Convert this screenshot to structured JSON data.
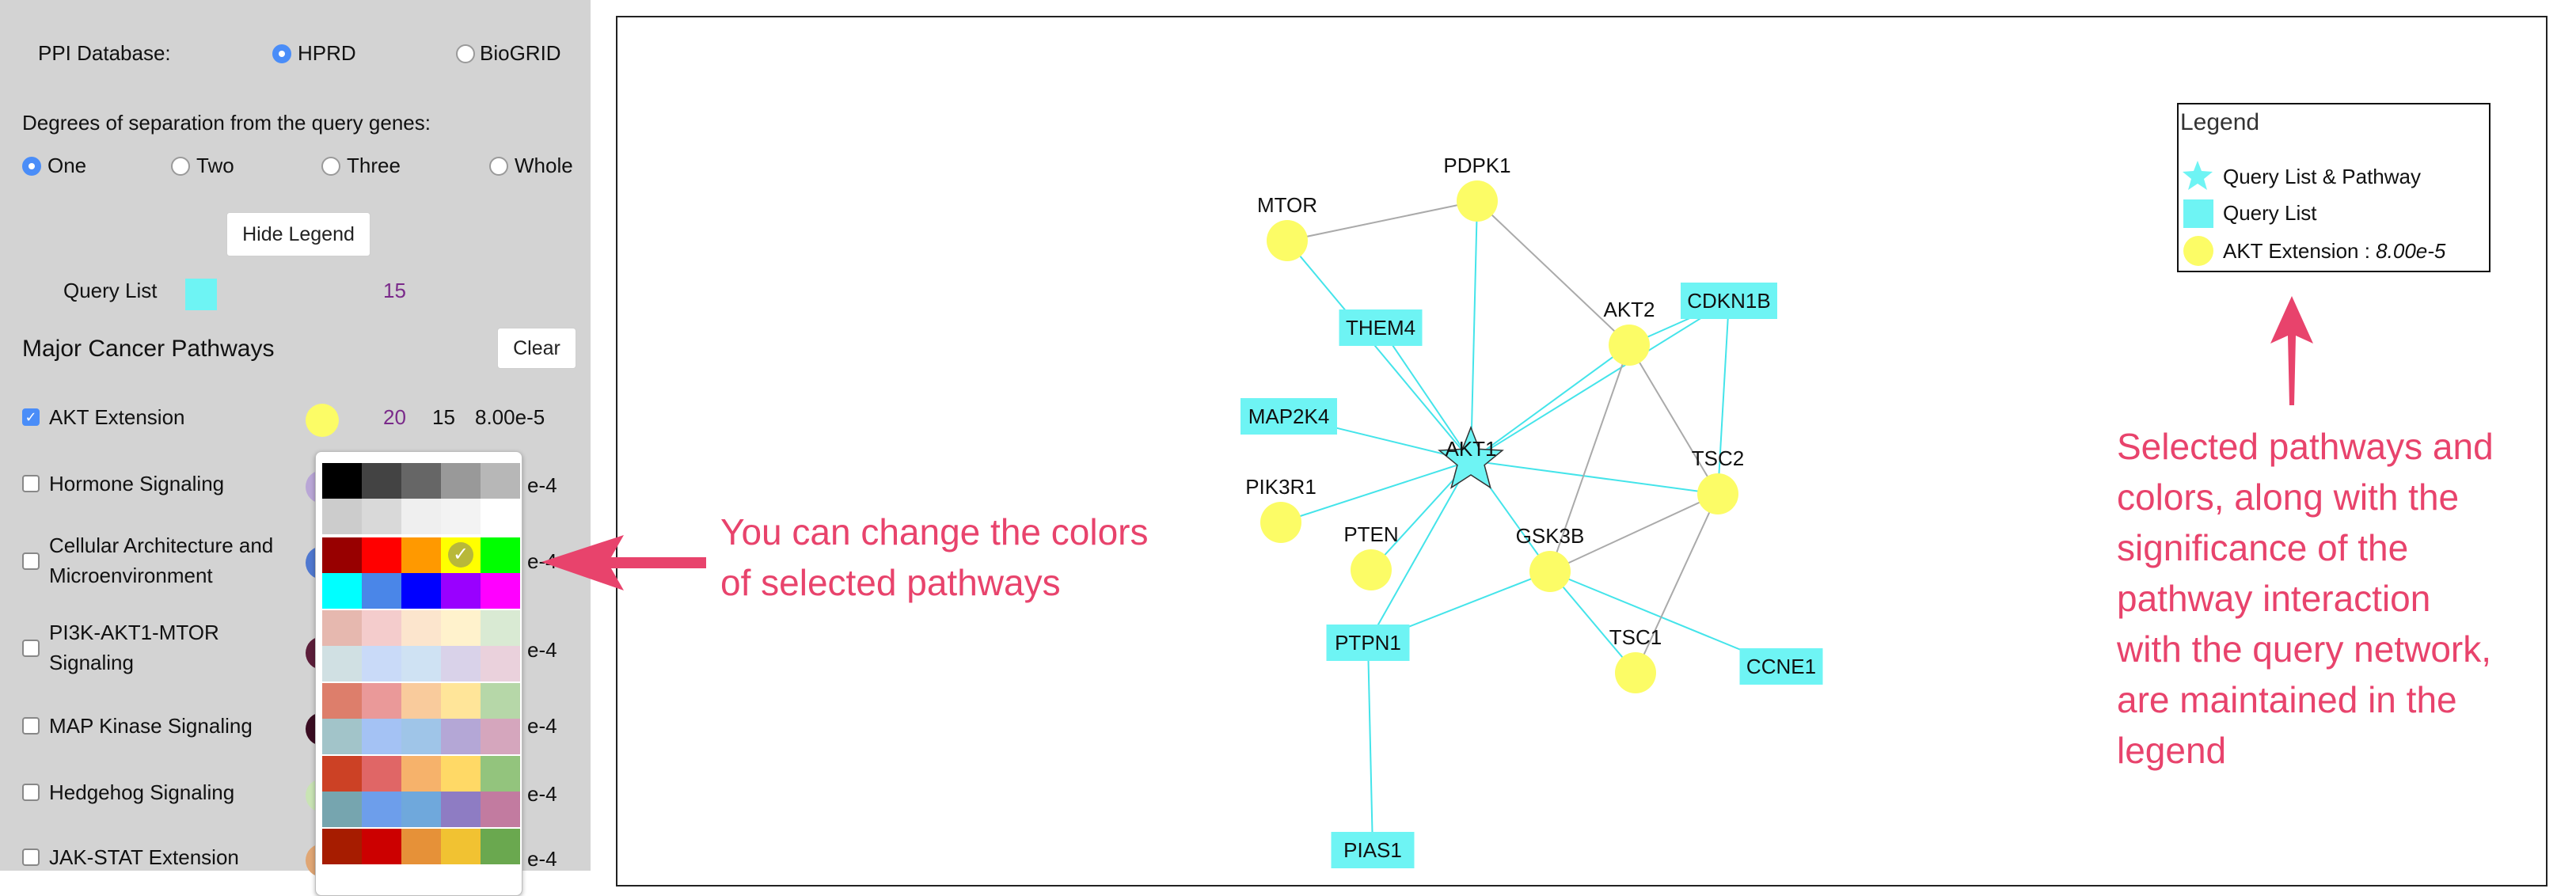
{
  "settings": {
    "ppi_label": "PPI Database:",
    "ppi_options": [
      "HPRD",
      "BioGRID"
    ],
    "ppi_selected": "HPRD",
    "degrees_label": "Degrees of separation from the query genes:",
    "degree_options": [
      "One",
      "Two",
      "Three",
      "Whole"
    ],
    "degree_selected": "One",
    "hide_legend_label": "Hide Legend",
    "query_list_label": "Query List",
    "query_list_count": "15",
    "query_list_color": "#6ef4f4"
  },
  "pathways": {
    "title": "Major Cancer Pathways",
    "clear_label": "Clear",
    "items": [
      {
        "label_lines": [
          "AKT Extension"
        ],
        "checked": true,
        "color": "#fcfc66",
        "count": "20",
        "overlap": "15",
        "pvalue": "8.00e-5"
      },
      {
        "label_lines": [
          "Hormone Signaling"
        ],
        "checked": false,
        "color": "#b9a6d6",
        "pvalue_partial": "e-4"
      },
      {
        "label_lines": [
          "Cellular Architecture and",
          "Microenvironment"
        ],
        "checked": false,
        "color": "#4f78d0",
        "pvalue_partial": "e-4"
      },
      {
        "label_lines": [
          "PI3K-AKT1-MTOR",
          "Signaling"
        ],
        "checked": false,
        "color": "#5c1e3a",
        "pvalue_partial": "e-4"
      },
      {
        "label_lines": [
          "MAP Kinase Signaling"
        ],
        "checked": false,
        "color": "#3a0d22",
        "pvalue_partial": "e-4"
      },
      {
        "label_lines": [
          "Hedgehog Signaling"
        ],
        "checked": false,
        "color": "#c9e4b4",
        "pvalue_partial": "e-4"
      },
      {
        "label_lines": [
          "JAK-STAT Extension"
        ],
        "checked": false,
        "color": "#e0a674",
        "pvalue_partial": "e-4"
      }
    ]
  },
  "color_picker": {
    "rows": [
      [
        "#000000",
        "#434343",
        "#666666",
        "#999999",
        "#b7b7b7"
      ],
      [
        "#cccccc",
        "#d9d9d9",
        "#efefef",
        "#f3f3f3",
        "#ffffff"
      ],
      [
        "#980000",
        "#ff0000",
        "#ff9900",
        "#ffff00",
        "#00ff00"
      ],
      [
        "#00ffff",
        "#4a86e8",
        "#0000ff",
        "#9900ff",
        "#ff00ff"
      ],
      [
        "#e6b8af",
        "#f4cccc",
        "#fce5cd",
        "#fff2cc",
        "#d9ead3"
      ],
      [
        "#d0e0e3",
        "#c9daf8",
        "#cfe2f3",
        "#d9d2e9",
        "#ead1dc"
      ],
      [
        "#dd7e6b",
        "#ea9999",
        "#f9cb9c",
        "#ffe599",
        "#b6d7a8"
      ],
      [
        "#a2c4c9",
        "#a4c2f4",
        "#9fc5e8",
        "#b4a7d6",
        "#d5a6bd"
      ],
      [
        "#cc4125",
        "#e06666",
        "#f6b26b",
        "#ffd966",
        "#93c47d"
      ],
      [
        "#76a5af",
        "#6d9eeb",
        "#6fa8dc",
        "#8e7cc3",
        "#c27ba0"
      ],
      [
        "#a61c00",
        "#cc0000",
        "#e69138",
        "#f1c232",
        "#6aa84f"
      ]
    ],
    "selected": "#ffff00"
  },
  "legend": {
    "title": "Legend",
    "items": [
      {
        "label": "Query List & Pathway",
        "shape": "star",
        "color": "#6ef4f4"
      },
      {
        "label": "Query List",
        "shape": "square",
        "color": "#6ef4f4"
      },
      {
        "label": "AKT Extension : ",
        "pvalue": "8.00e-5",
        "shape": "circle",
        "color": "#fcfc66"
      }
    ]
  },
  "network": {
    "query_color": "#6ef4f4",
    "pathway_color": "#fcfc66",
    "edge_query_color": "#44e4ea",
    "edge_other_color": "#aaaaaa",
    "nodes": [
      {
        "id": "AKT1",
        "shape": "star"
      },
      {
        "id": "PDPK1",
        "shape": "circle"
      },
      {
        "id": "MTOR",
        "shape": "circle"
      },
      {
        "id": "THEM4",
        "shape": "rect"
      },
      {
        "id": "AKT2",
        "shape": "circle"
      },
      {
        "id": "CDKN1B",
        "shape": "rect"
      },
      {
        "id": "MAP2K4",
        "shape": "rect"
      },
      {
        "id": "PIK3R1",
        "shape": "circle"
      },
      {
        "id": "PTEN",
        "shape": "circle"
      },
      {
        "id": "GSK3B",
        "shape": "circle"
      },
      {
        "id": "TSC2",
        "shape": "circle"
      },
      {
        "id": "PTPN1",
        "shape": "rect"
      },
      {
        "id": "TSC1",
        "shape": "circle"
      },
      {
        "id": "CCNE1",
        "shape": "rect"
      },
      {
        "id": "PIAS1",
        "shape": "rect"
      }
    ],
    "edges": [
      [
        "MTOR",
        "PDPK1",
        "other"
      ],
      [
        "PDPK1",
        "AKT2",
        "other"
      ],
      [
        "MTOR",
        "AKT1",
        "query"
      ],
      [
        "PDPK1",
        "AKT1",
        "query"
      ],
      [
        "THEM4",
        "AKT1",
        "query"
      ],
      [
        "MAP2K4",
        "AKT1",
        "query"
      ],
      [
        "PIK3R1",
        "AKT1",
        "query"
      ],
      [
        "PTEN",
        "AKT1",
        "query"
      ],
      [
        "GSK3B",
        "AKT1",
        "query"
      ],
      [
        "TSC2",
        "AKT1",
        "query"
      ],
      [
        "AKT2",
        "AKT1",
        "query"
      ],
      [
        "CDKN1B",
        "AKT1",
        "query"
      ],
      [
        "PTPN1",
        "AKT1",
        "query"
      ],
      [
        "AKT2",
        "GSK3B",
        "other"
      ],
      [
        "AKT2",
        "TSC2",
        "other"
      ],
      [
        "AKT2",
        "CDKN1B",
        "query"
      ],
      [
        "CDKN1B",
        "TSC2",
        "query"
      ],
      [
        "GSK3B",
        "TSC2",
        "other"
      ],
      [
        "GSK3B",
        "TSC1",
        "query"
      ],
      [
        "GSK3B",
        "CCNE1",
        "query"
      ],
      [
        "GSK3B",
        "PTPN1",
        "query"
      ],
      [
        "TSC1",
        "TSC2",
        "other"
      ],
      [
        "PTPN1",
        "PIAS1",
        "query"
      ]
    ]
  },
  "annotations": {
    "colors_note": [
      "You can change the colors",
      "of selected pathways"
    ],
    "legend_note": [
      "Selected pathways and",
      "colors, along with the",
      "significance of the",
      "pathway interaction",
      "with the query network,",
      "are maintained in the",
      "legend"
    ],
    "color": "#e8436c"
  }
}
